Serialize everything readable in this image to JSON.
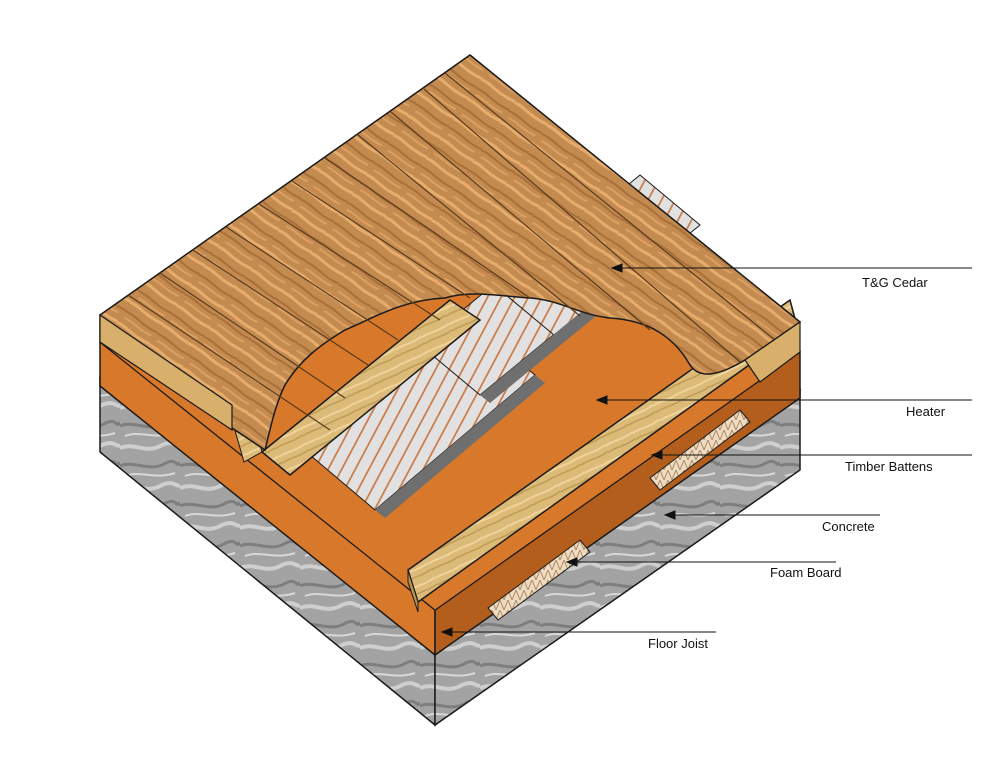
{
  "labels": {
    "tg_cedar": "T&G Cedar",
    "heater": "Heater",
    "timber_battens": "Timber Battens",
    "concrete": "Concrete",
    "foam_board": "Foam Board",
    "floor_joist": "Floor Joist"
  },
  "colors": {
    "cedar": "#c58a4e",
    "cedar_light": "#e2a866",
    "cedar_dark": "#9a6432",
    "batten": "#d9b874",
    "batten_light": "#ecd29a",
    "joist": "#d8782a",
    "joist_dark": "#b35e1d",
    "heater": "#dedede",
    "heater_wire": "#c8733a",
    "concrete": "#9a9a9a",
    "concrete_light": "#c9c9c9",
    "gap": "#6f6f6f",
    "foam": "#ead8bf",
    "outline": "#1a1a1a"
  }
}
